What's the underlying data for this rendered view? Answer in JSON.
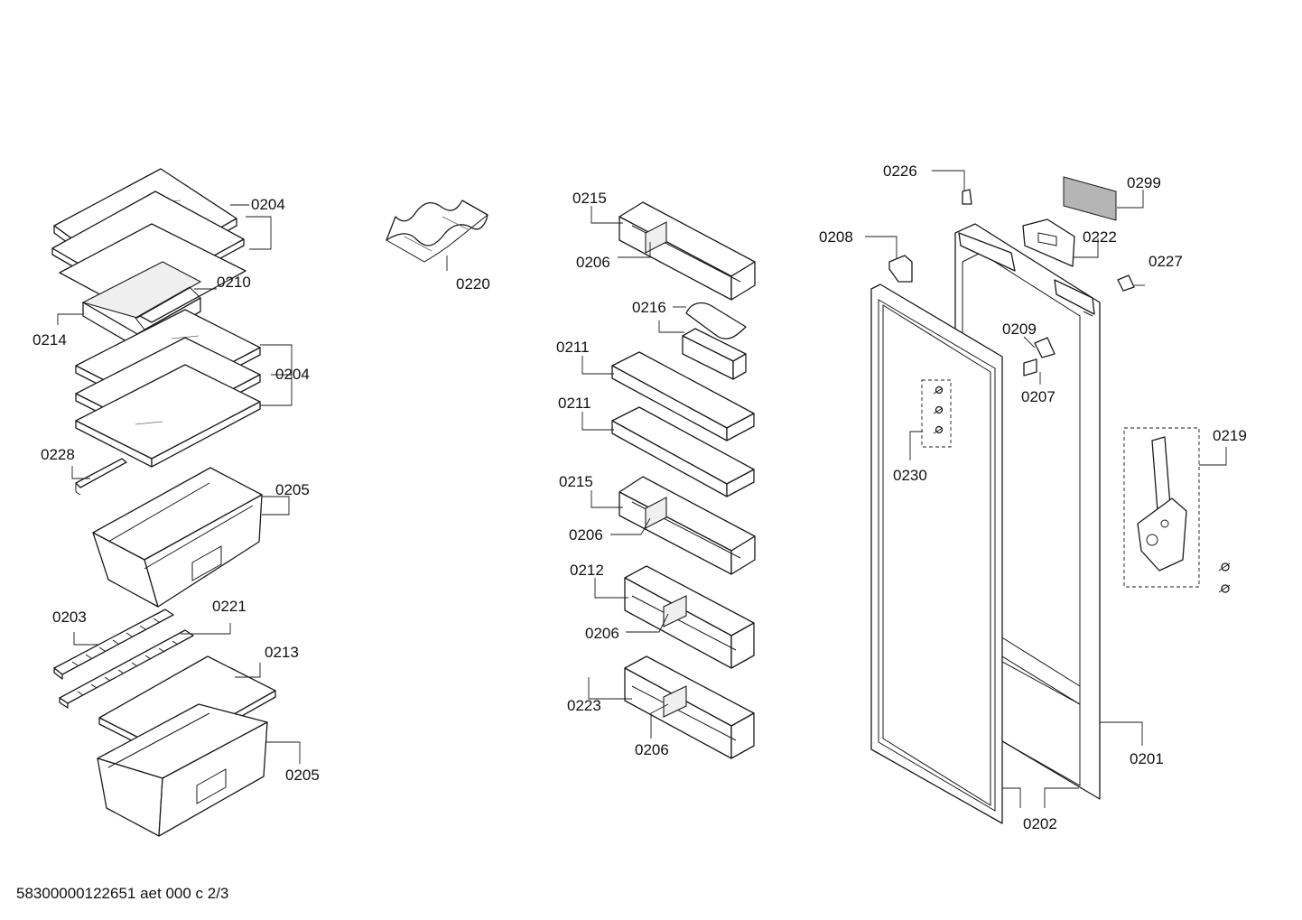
{
  "labels": {
    "l0204a": "0204",
    "l0210": "0210",
    "l0214": "0214",
    "l0204b": "0204",
    "l0228": "0228",
    "l0205a": "0205",
    "l0203": "0203",
    "l0221": "0221",
    "l0213": "0213",
    "l0205b": "0205",
    "l0220": "0220",
    "l0215a": "0215",
    "l0206a": "0206",
    "l0216": "0216",
    "l0211a": "0211",
    "l0211b": "0211",
    "l0215b": "0215",
    "l0206b": "0206",
    "l0212": "0212",
    "l0206c": "0206",
    "l0223": "0223",
    "l0206d": "0206",
    "l0226": "0226",
    "l0299": "0299",
    "l0208": "0208",
    "l0222": "0222",
    "l0227": "0227",
    "l0209": "0209",
    "l0207": "0207",
    "l0230": "0230",
    "l0219": "0219",
    "l0201": "0201",
    "l0202": "0202"
  },
  "footer": "58300000122651 aet 000 c 2/3"
}
